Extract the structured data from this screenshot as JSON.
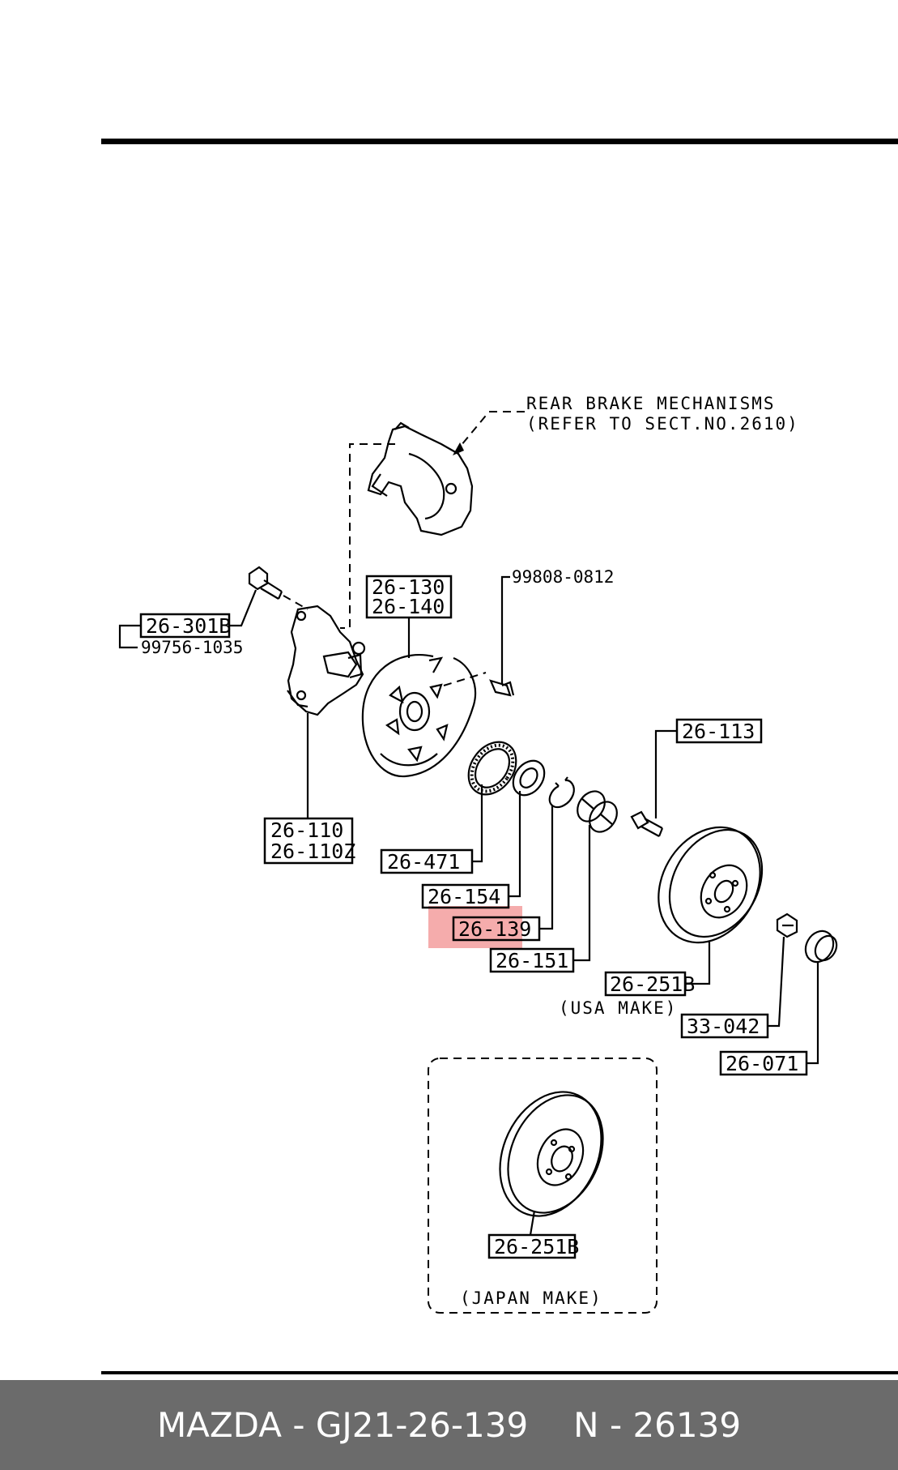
{
  "diagram": {
    "notes": {
      "brake_line1": "REAR BRAKE MECHANISMS",
      "brake_line2": "(REFER TO SECT.NO.2610)",
      "usa_make": "(USA MAKE)",
      "japan_make": "(JAPAN MAKE)"
    },
    "parts": {
      "p_26_301B": "26-301B",
      "p_99756_1035": "99756-1035",
      "p_26_130": "26-130",
      "p_26_140": "26-140",
      "p_99808_0812": "99808-0812",
      "p_26_110": "26-110",
      "p_26_110Z": "26-110Z",
      "p_26_113": "26-113",
      "p_26_471": "26-471",
      "p_26_154": "26-154",
      "p_26_139": "26-139",
      "p_26_151": "26-151",
      "p_26_251B": "26-251B",
      "p_33_042": "33-042",
      "p_26_071": "26-071",
      "p_26_251B_japan": "26-251B"
    },
    "highlight_color": "#f08080"
  },
  "footer": {
    "brand": "MAZDA - GJ21-26-139",
    "code": "N - 26139"
  }
}
